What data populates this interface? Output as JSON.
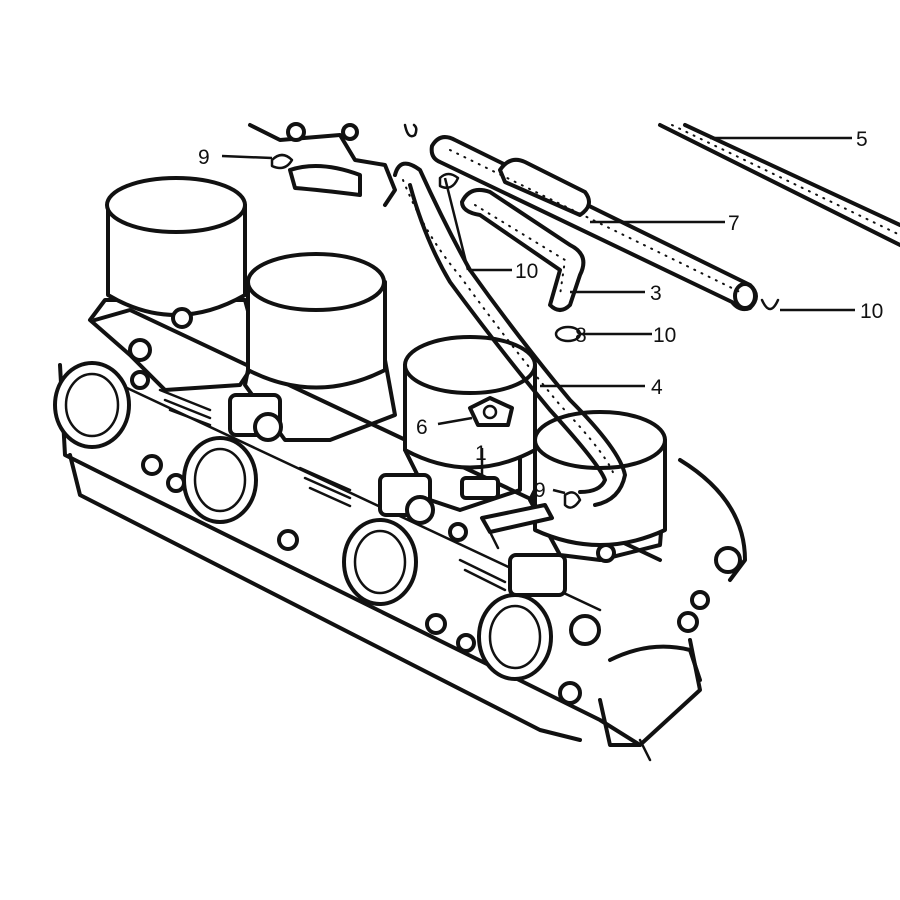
{
  "callouts": {
    "c1": "1",
    "c3": "3",
    "c4": "4",
    "c5": "5",
    "c6": "6",
    "c7": "7",
    "c8": "8",
    "c9a": "9",
    "c9b": "9",
    "c10a": "10",
    "c10b": "10",
    "c10c": "10"
  }
}
